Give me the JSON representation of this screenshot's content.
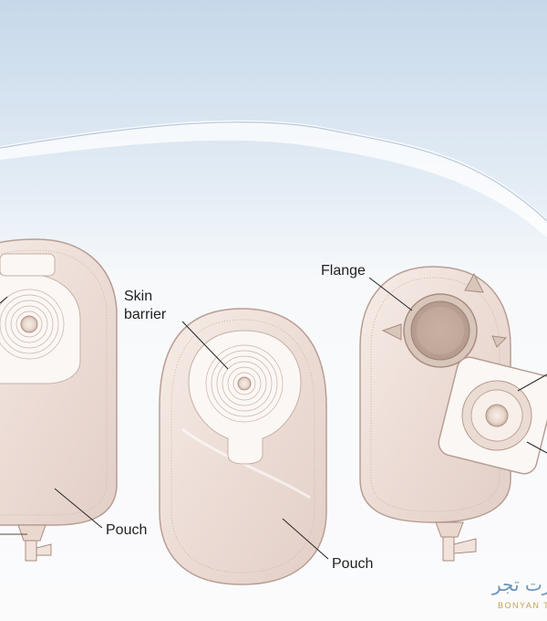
{
  "labels": {
    "skin_barrier_line1": "Skin",
    "skin_barrier_line2": "barrier",
    "flange": "Flange",
    "pouch_left": "Pouch",
    "pouch_middle": "Pouch"
  },
  "watermark": {
    "arabic": "رت تجر",
    "english": "BONYAN T"
  },
  "colors": {
    "background_top": "#c6d8ea",
    "background_bottom": "#fbfbfc",
    "pouch_fill": "#efe2dc",
    "pouch_edge": "#b89e94",
    "barrier_fill": "#fbf7f4",
    "flange_fill": "#d8c6bb",
    "watermark_blue": "#6c94b8",
    "watermark_gold": "#c3a054"
  }
}
